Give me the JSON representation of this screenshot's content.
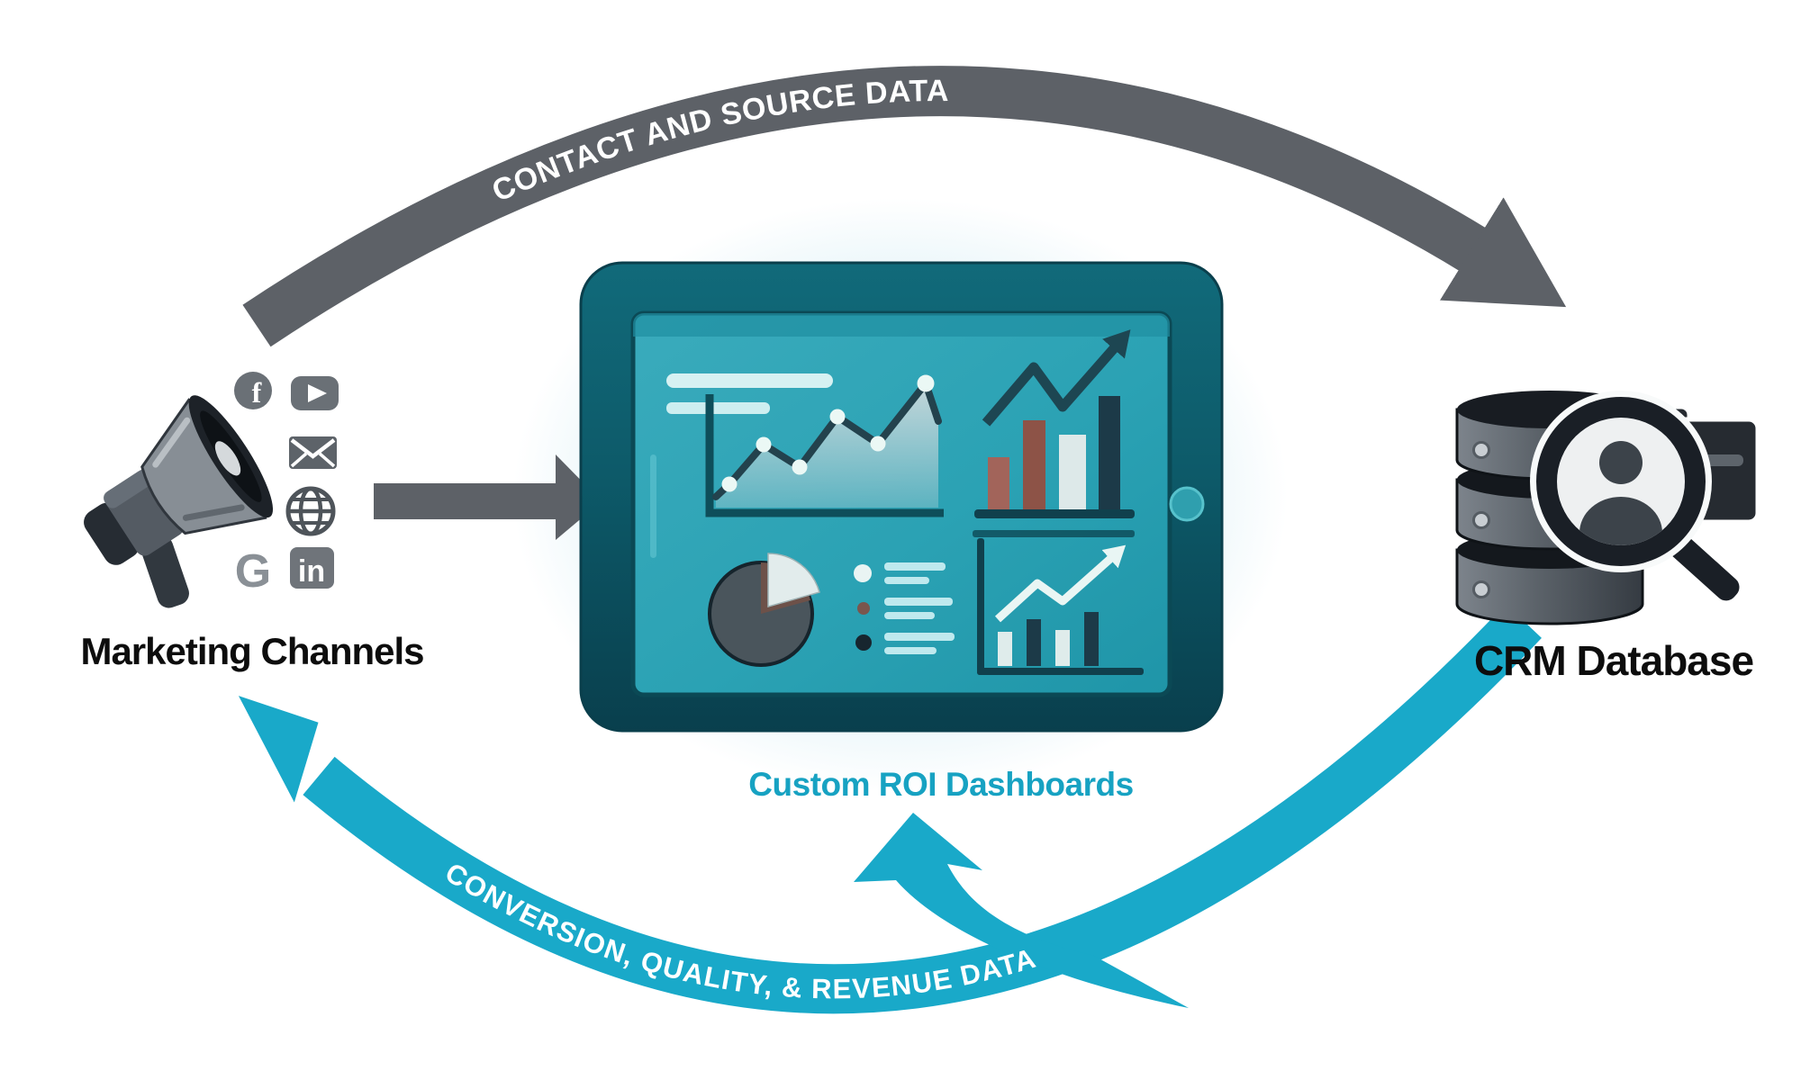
{
  "labels": {
    "marketing": "Marketing Channels",
    "dashboard": "Custom ROI Dashboards",
    "crm": "CRM Database"
  },
  "flows": {
    "top": {
      "label": "CONTACT AND SOURCE DATA",
      "from": "Marketing Channels",
      "to": "CRM Database",
      "color": "#5d6167"
    },
    "bottom": {
      "label": "CONVERSION, QUALITY, & REVENUE DATA",
      "from": "CRM Database",
      "to": "Marketing Channels",
      "branch_to": "Custom ROI Dashboards",
      "color": "#19a9c9"
    }
  },
  "marketing_icons": [
    "megaphone-icon",
    "facebook-icon",
    "youtube-icon",
    "email-icon",
    "globe-icon",
    "google-icon",
    "linkedin-icon"
  ],
  "glyphs": {
    "facebook": "f",
    "google": "G",
    "linkedin": "in"
  },
  "dashboard_panels": [
    "line-chart",
    "bar-chart-with-trend-arrow",
    "pie-chart-with-legend",
    "mini-trend-chart"
  ],
  "crm_icon_parts": [
    "database-stack-icon",
    "magnifier-person-icon",
    "folder-icon"
  ],
  "colors": {
    "gray_flow": "#5d6167",
    "teal_flow": "#19a9c9",
    "caption_teal": "#17a2c2",
    "tablet_frame": "#0d5a69",
    "tablet_screen": "#2ea4b6",
    "label_text": "#0d0d0d"
  }
}
